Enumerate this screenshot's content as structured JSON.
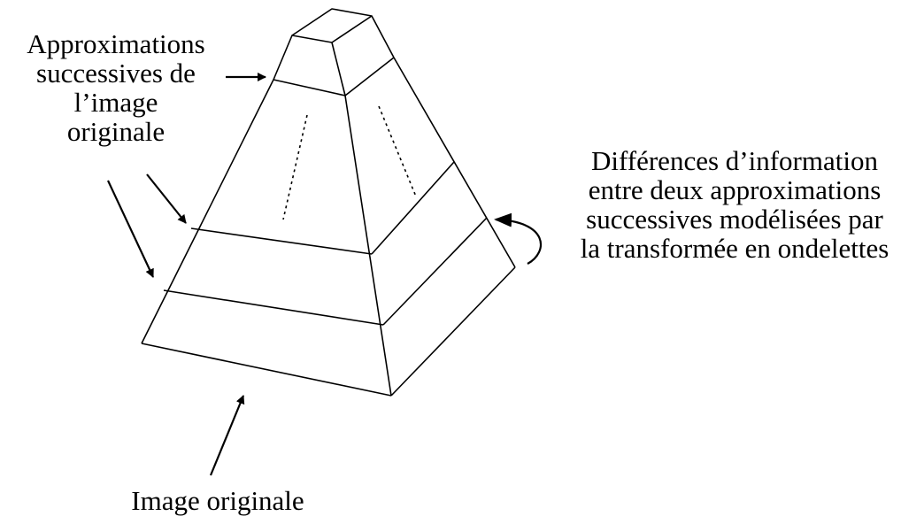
{
  "labels": {
    "approximations": [
      "Approximations",
      "successives de",
      "l’image",
      "originale"
    ],
    "differences": [
      "Différences d’information",
      "entre deux approximations",
      "successives modélisées par",
      "la transformée en ondelettes"
    ],
    "original": "Image originale"
  },
  "colors": {
    "stroke": "#000000",
    "background": "#ffffff"
  }
}
